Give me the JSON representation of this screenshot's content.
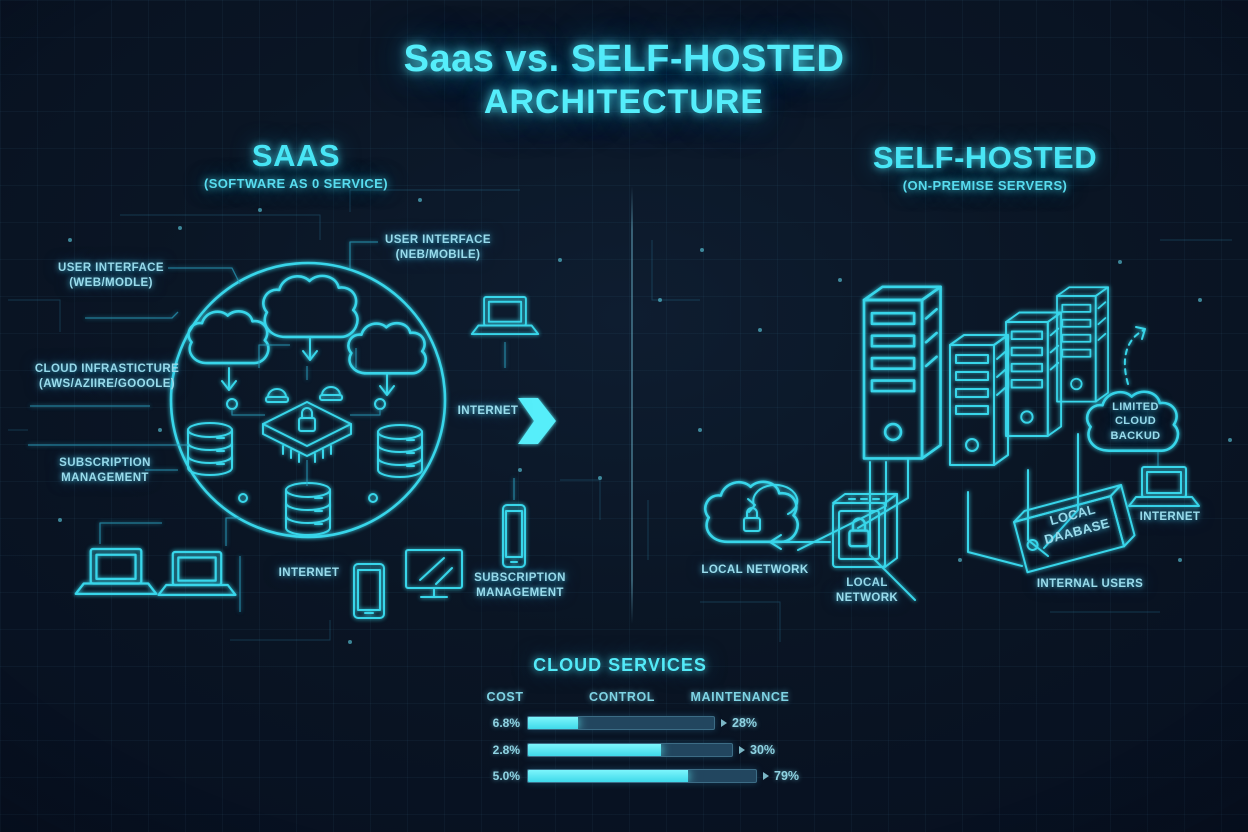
{
  "title": {
    "line1": "Saas vs. SELF-HOSTED",
    "line2": "ARCHITECTURE"
  },
  "left_panel": {
    "heading": "SAAS",
    "subheading": "(SOFTWARE AS 0 SERVICE)",
    "labels": {
      "user_interface_web": "USER INTERFACE\n(WEB/MODLE)",
      "cloud_infrastructure": "CLOUD INFRASTICTURE\n(AWS/AZIIRE/GOOOLE)",
      "subscription_management": "SUBSCRIPTION\nMANAGEMENT",
      "user_interface_mobile": "USER INTERFACE\n(NEB/MOBILE)",
      "internet_arrow": "INTERNET",
      "internet_bottom": "INTERNET",
      "subscription_management_bottom": "SUBSCRIPTION\nMANAGEMENT"
    }
  },
  "right_panel": {
    "heading": "SELF-HOSTED",
    "subheading": "(ON-PREMISE SERVERS)",
    "labels": {
      "limited_cloud_backup": "LIMITED\nCLOUD\nBACKUD",
      "internet": "INTERNET",
      "local_network_cloud": "LOCAL NETWORK",
      "local_network_box": "LOCAL\nNETWORK",
      "local_database": "LOCAL\nDAABASE",
      "internal_users": "INTERNAL USERS"
    }
  },
  "chart_data": {
    "type": "bar",
    "title": "CLOUD SERVICES",
    "column_headers": [
      "COST",
      "CONTROL",
      "MAINTENANCE"
    ],
    "rows": [
      {
        "left_label": "6.8%",
        "right_label": "28%",
        "bar_fill_pct": 27
      },
      {
        "left_label": "2.8%",
        "right_label": "30%",
        "bar_fill_pct": 65
      },
      {
        "left_label": "5.0%",
        "right_label": "79%",
        "bar_fill_pct": 70
      }
    ],
    "legend": "none",
    "colors": {
      "bar_fill": "#56eefa",
      "bar_track": "#22465f"
    }
  },
  "colors": {
    "background": "#0a1524",
    "accent": "#55eefb",
    "label_text": "#9adcec",
    "line_art": "#38d6ea"
  }
}
